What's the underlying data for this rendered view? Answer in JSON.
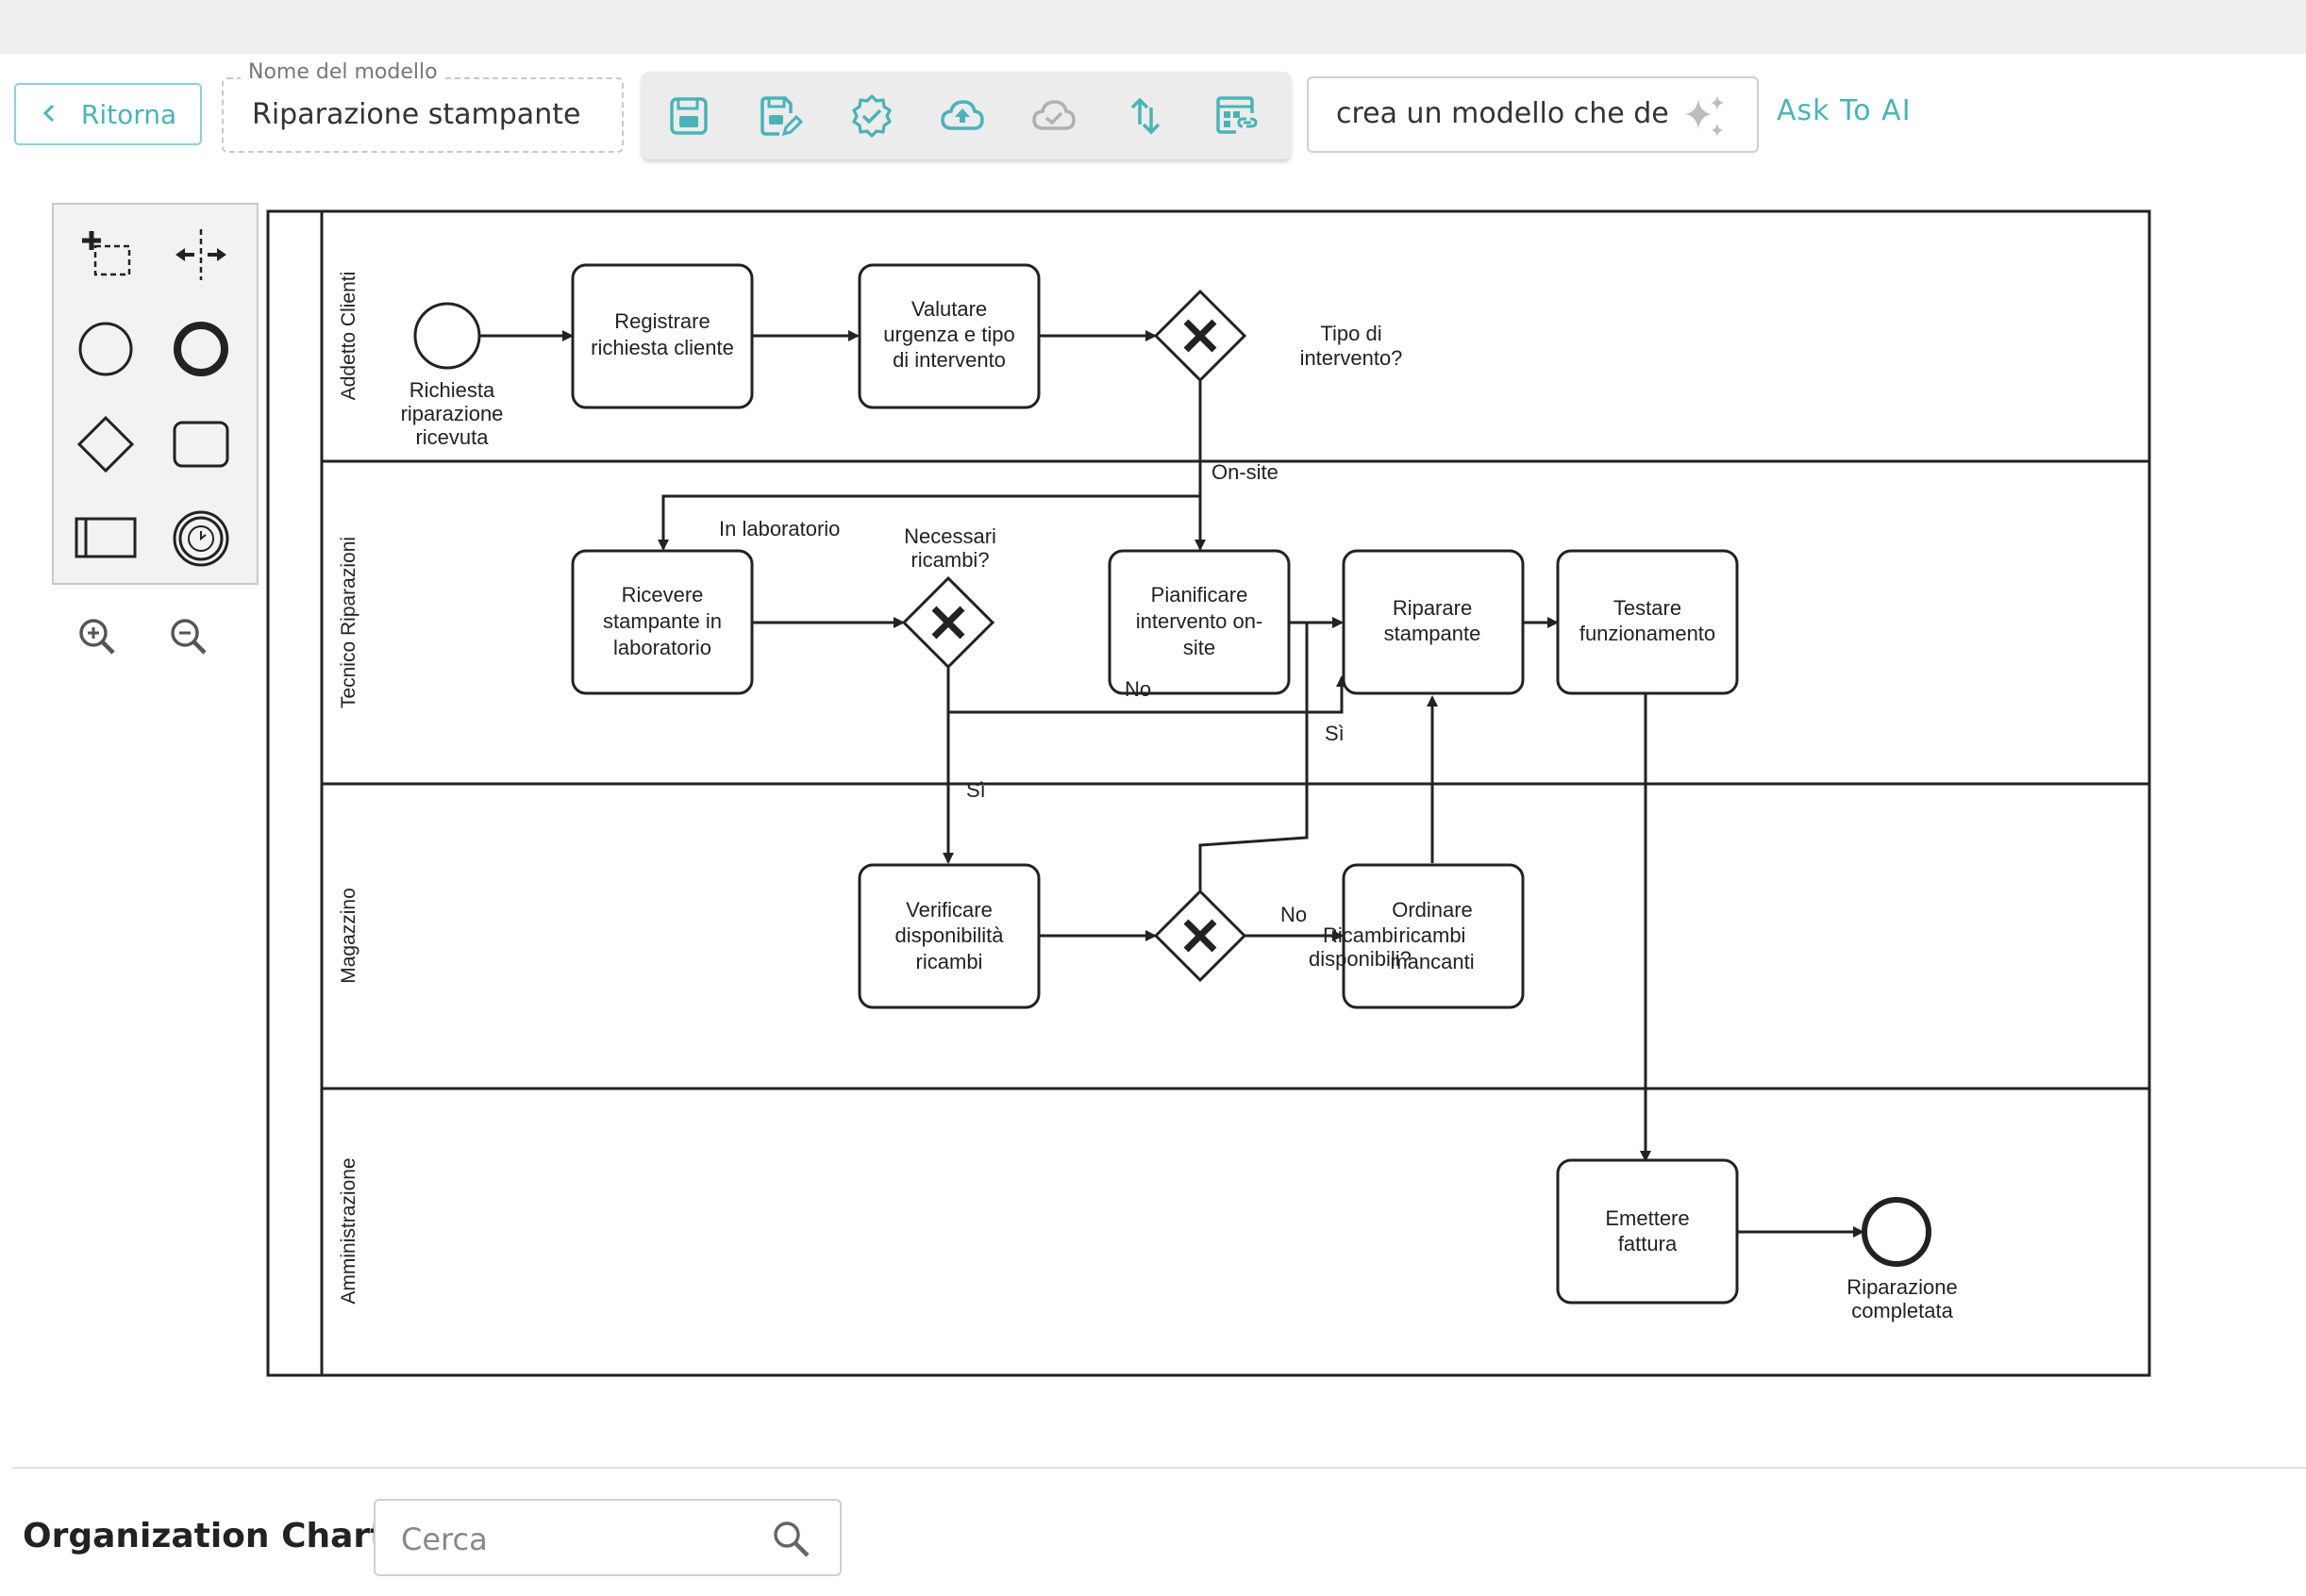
{
  "header": {
    "back_label": "Ritorna",
    "model_legend": "Nome del modello",
    "model_name": "Riparazione stampante",
    "ai_prompt": "crea un modello che de",
    "ask_ai_label": "Ask To AI"
  },
  "toolbar_icons": [
    "save-icon",
    "save-as-icon",
    "validate-icon",
    "cloud-upload-icon",
    "cloud-check-icon",
    "import-export-icon",
    "link-calendar-icon"
  ],
  "palette_items": [
    "hand-select-tool",
    "space-tool",
    "start-event",
    "end-event",
    "gateway",
    "task",
    "pool",
    "intermediate-timer-event"
  ],
  "colors": {
    "accent": "#4ab3b7",
    "stroke": "#222222",
    "toolbar_icon": "#4ab3b7",
    "disabled_icon": "#b0b0b0"
  },
  "diagram": {
    "lanes": [
      "Addetto Clienti",
      "Tecnico Riparazioni",
      "Magazzino",
      "Amministrazione"
    ],
    "events": {
      "start": [
        "Richiesta",
        "riparazione",
        "ricevuta"
      ],
      "end": [
        "Riparazione",
        "completata"
      ]
    },
    "tasks": {
      "registrare": [
        "Registrare",
        "richiesta cliente"
      ],
      "valutare": [
        "Valutare",
        "urgenza e tipo",
        "di intervento"
      ],
      "ricevere": [
        "Ricevere",
        "stampante in",
        "laboratorio"
      ],
      "pianificare": [
        "Pianificare",
        "intervento on-",
        "site"
      ],
      "riparare": [
        "Riparare",
        "stampante"
      ],
      "testare": [
        "Testare",
        "funzionamento"
      ],
      "verificare": [
        "Verificare",
        "disponibilità",
        "ricambi"
      ],
      "ordinare": [
        "Ordinare",
        "ricambi",
        "mancanti"
      ],
      "emettere": [
        "Emettere",
        "fattura"
      ]
    },
    "gateways": {
      "tipo": [
        "Tipo di",
        "intervento?"
      ],
      "ricambi": [
        "Necessari",
        "ricambi?"
      ]
    },
    "flow_labels": {
      "on_site": "On-site",
      "in_lab": "In laboratorio",
      "no1": "No",
      "si1": "Sì",
      "si2": "Sì",
      "no2": "No",
      "overlap1": "Ricambi",
      "overlap2": "disponibili?"
    }
  },
  "bottom": {
    "org_title": "Organization Chart",
    "search_placeholder": "Cerca"
  }
}
